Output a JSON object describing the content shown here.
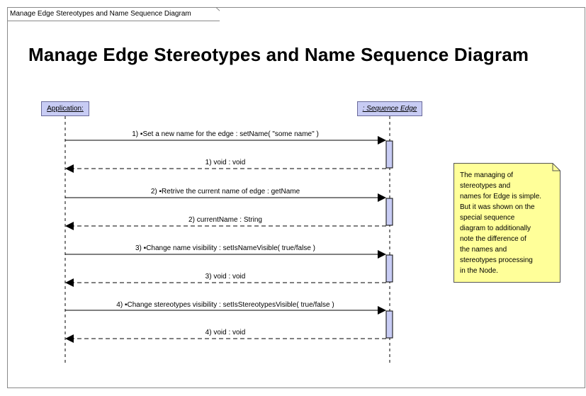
{
  "frame": {
    "tab_label": "Manage Edge Stereotypes and Name Sequence Diagram",
    "title": "Manage Edge Stereotypes and Name Sequence Diagram"
  },
  "lifelines": [
    {
      "label": "Application:"
    },
    {
      "label": ": Sequence Edge"
    }
  ],
  "messages": [
    {
      "label": "1) ▪Set a new name for the edge : setName( \"some name\" )",
      "kind": "call"
    },
    {
      "label": "1) void : void",
      "kind": "return"
    },
    {
      "label": "2) ▪Retrive the current name of edge : getName",
      "kind": "call"
    },
    {
      "label": "2) currentName : String",
      "kind": "return"
    },
    {
      "label": "3) ▪Change name visibility : setIsNameVisible( true/false )",
      "kind": "call"
    },
    {
      "label": "3) void : void",
      "kind": "return"
    },
    {
      "label": "4) ▪Change stereotypes visibility : setIsStereotypesVisible( true/false )",
      "kind": "call"
    },
    {
      "label": "4) void : void",
      "kind": "return"
    }
  ],
  "note": {
    "lines": [
      "The managing of",
      "stereotypes and",
      "names for Edge is simple.",
      "But it was shown on the",
      "special sequence",
      "diagram to additionally",
      "note the difference of",
      "the names and",
      "stereotypes processing",
      "in the Node."
    ]
  },
  "colors": {
    "lifeline_fill": "#c8ccf4",
    "activation_fill": "#c8ccf4",
    "note_fill": "#ffff99"
  }
}
